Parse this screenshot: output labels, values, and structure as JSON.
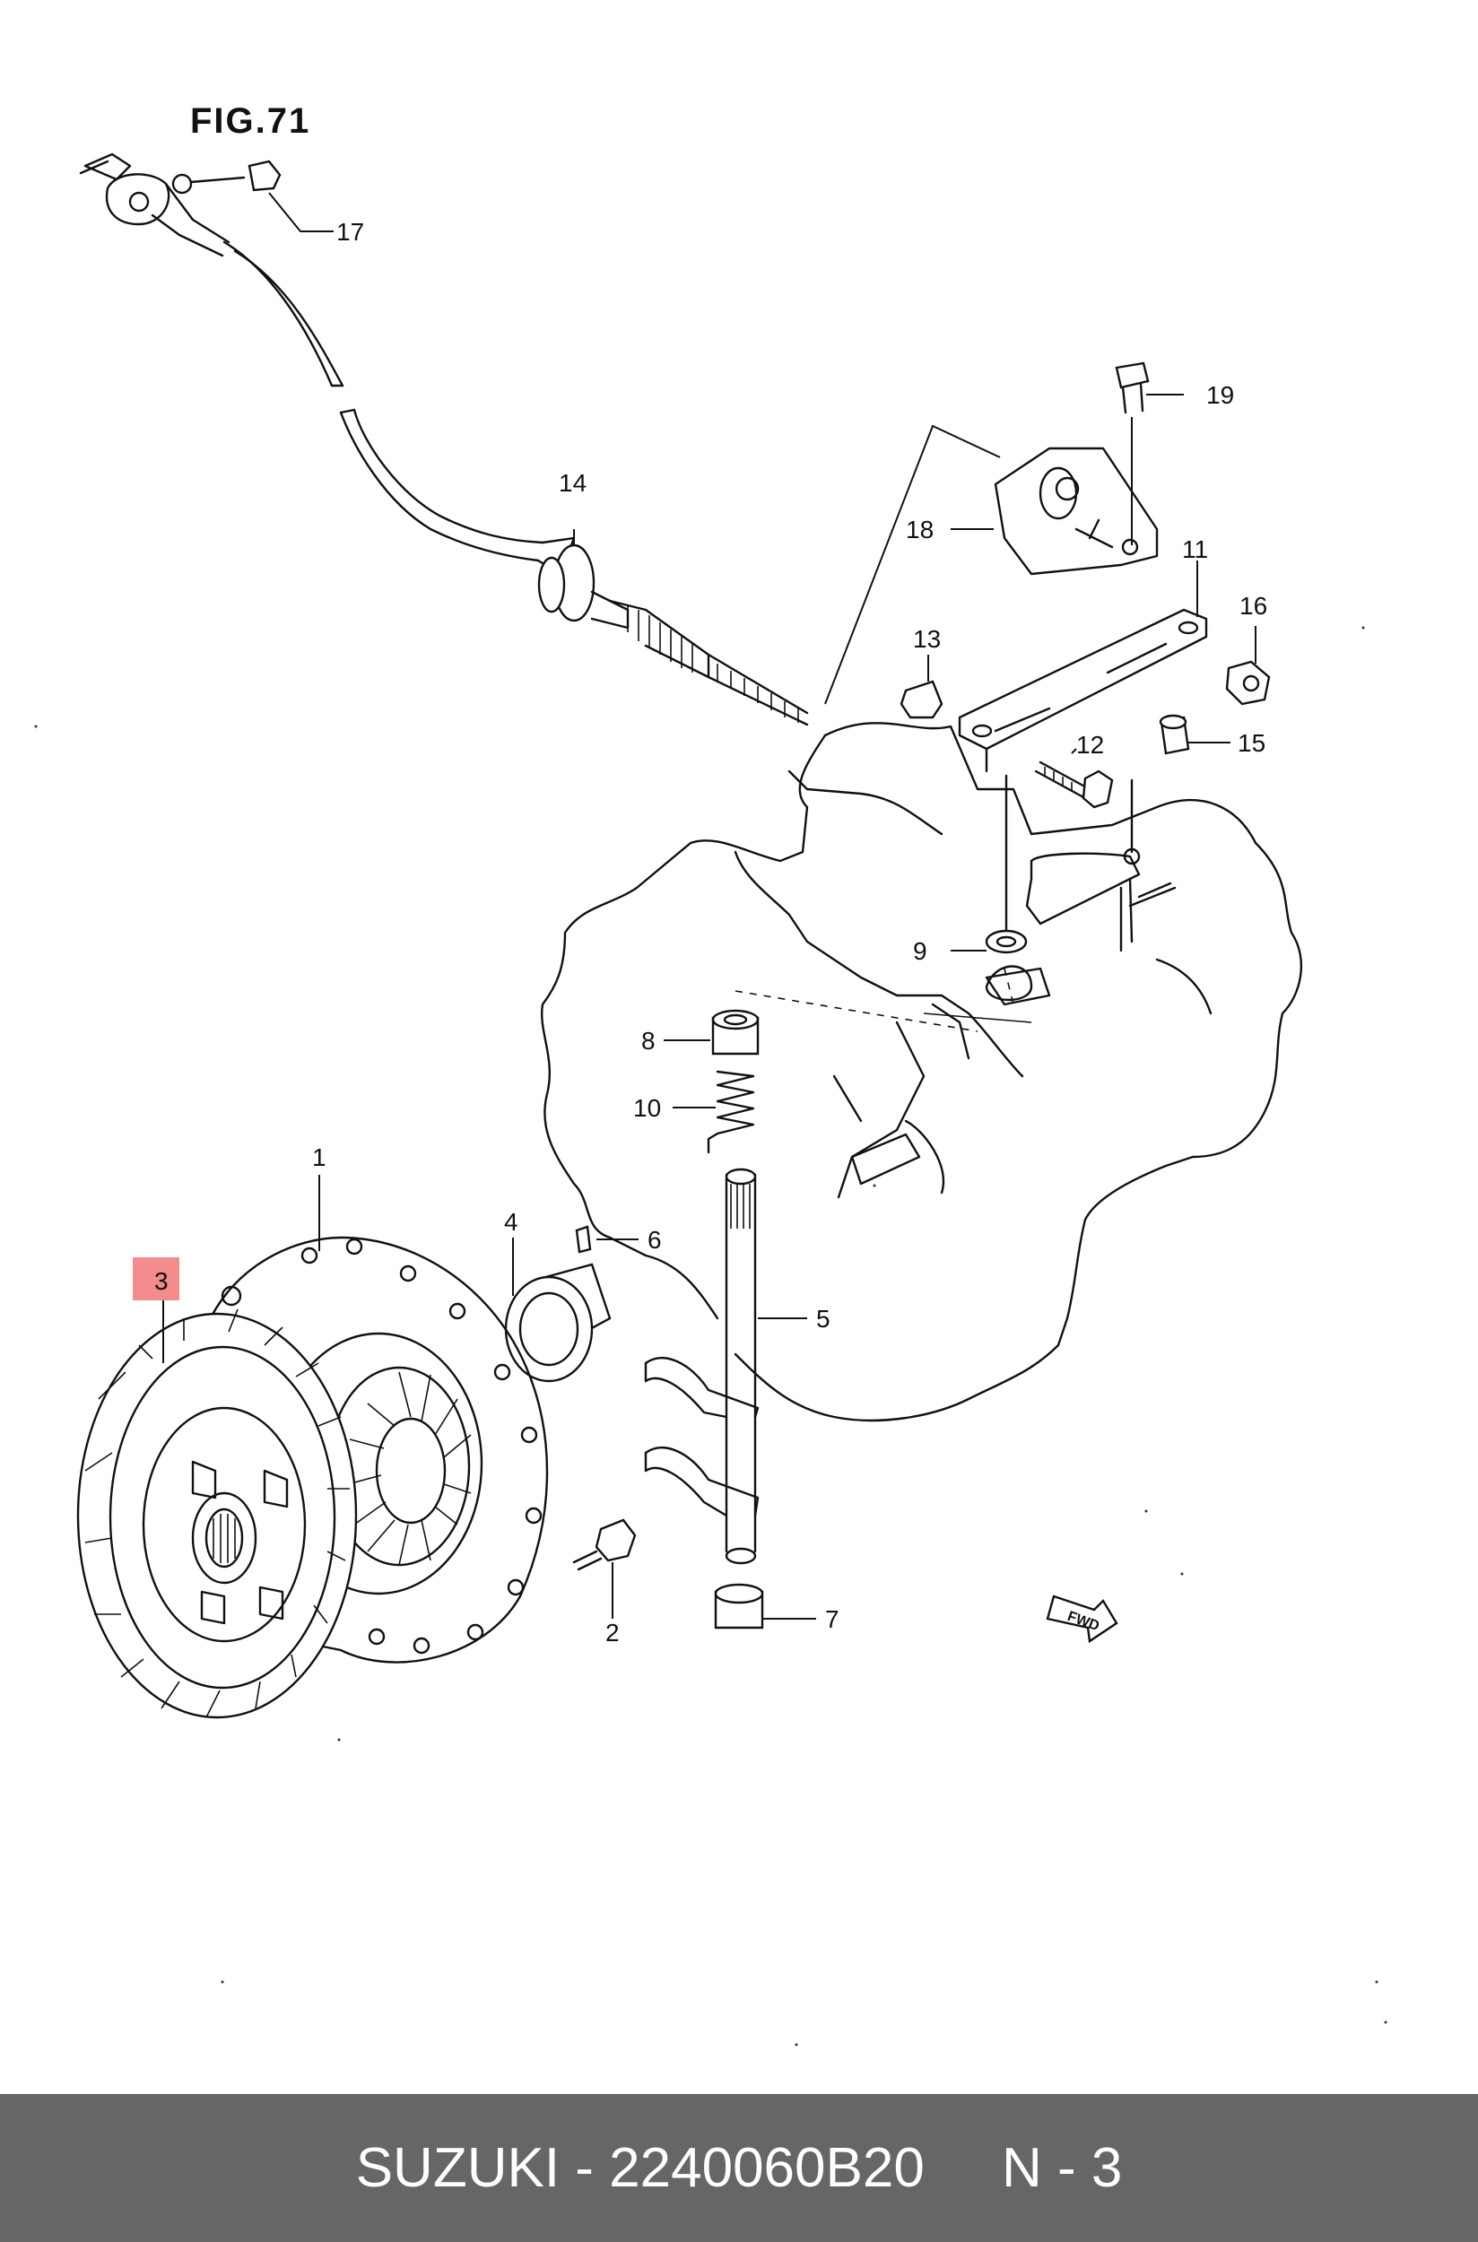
{
  "figure": {
    "title": "FIG.71",
    "fwd_label": "FWD"
  },
  "parts": [
    {
      "id": "1",
      "label": "1"
    },
    {
      "id": "2",
      "label": "2"
    },
    {
      "id": "3",
      "label": "3",
      "highlighted": true
    },
    {
      "id": "4",
      "label": "4"
    },
    {
      "id": "5",
      "label": "5"
    },
    {
      "id": "6",
      "label": "6"
    },
    {
      "id": "7",
      "label": "7"
    },
    {
      "id": "8",
      "label": "8"
    },
    {
      "id": "9",
      "label": "9"
    },
    {
      "id": "10",
      "label": "10"
    },
    {
      "id": "11",
      "label": "11"
    },
    {
      "id": "12",
      "label": "12"
    },
    {
      "id": "13",
      "label": "13"
    },
    {
      "id": "14",
      "label": "14"
    },
    {
      "id": "15",
      "label": "15"
    },
    {
      "id": "16",
      "label": "16"
    },
    {
      "id": "17",
      "label": "17"
    },
    {
      "id": "18",
      "label": "18"
    },
    {
      "id": "19",
      "label": "19"
    }
  ],
  "footer": {
    "text": "SUZUKI - 2240060B20     N - 3"
  },
  "colors": {
    "highlight": "#f28b8b",
    "footer_bg": "#666666"
  }
}
